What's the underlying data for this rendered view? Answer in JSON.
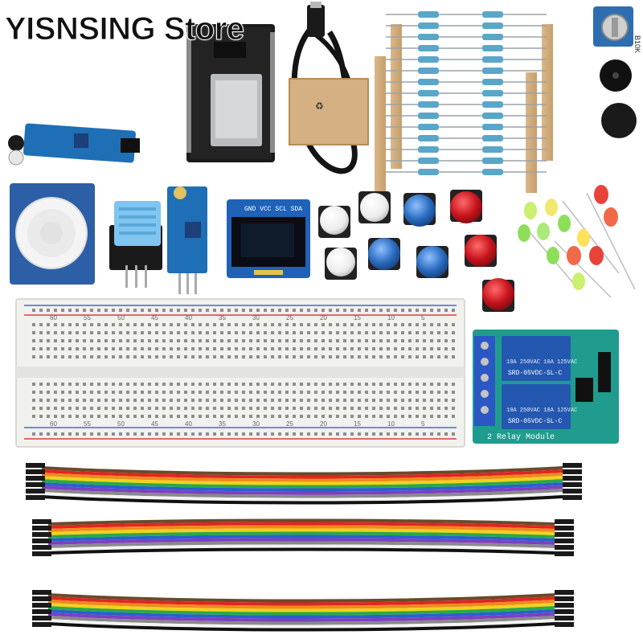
{
  "watermark": "YISNSING Store",
  "labels": {
    "oled_pins": "GND VCC SCL SDA",
    "relay_module": "2 Relay Module",
    "relay_model": "SRD-05VDC-SL-C",
    "relay_rating": "10A 250VAC 10A 125VAC",
    "pot_value": "B10K",
    "breadboard_numbers": [
      "60",
      "55",
      "50",
      "45",
      "40",
      "35",
      "30",
      "25",
      "20",
      "15",
      "10",
      "5"
    ]
  },
  "colors": {
    "pcb_blue": "#1e6fb5",
    "relay_blue": "#2458b0",
    "relay_green_pcb": "#1f9c8e",
    "breadboard": "#f1f1ee",
    "button_red": "#c8141e",
    "button_blue": "#2a6cc0",
    "button_white": "#f3f3f3",
    "led_red": "#e8433a",
    "led_green": "#8ddf5a",
    "wire_colors": [
      "#6b4a2a",
      "#e0261f",
      "#f08a1e",
      "#f2d21c",
      "#2aa84a",
      "#2a5fd0",
      "#7e3fbf",
      "#8a8a8a",
      "#f4f4f4",
      "#111111"
    ]
  },
  "icons": [
    "esp32-board-icon",
    "usb-cable-icon",
    "resistor-icon",
    "potentiometer-icon",
    "buzzer-icon",
    "ir-sensor-icon",
    "pir-sensor-icon",
    "dht11-sensor-icon",
    "light-sensor-icon",
    "oled-display-icon",
    "push-button-icon",
    "led-icon",
    "breadboard-icon",
    "relay-module-icon",
    "jumper-wire-icon"
  ]
}
